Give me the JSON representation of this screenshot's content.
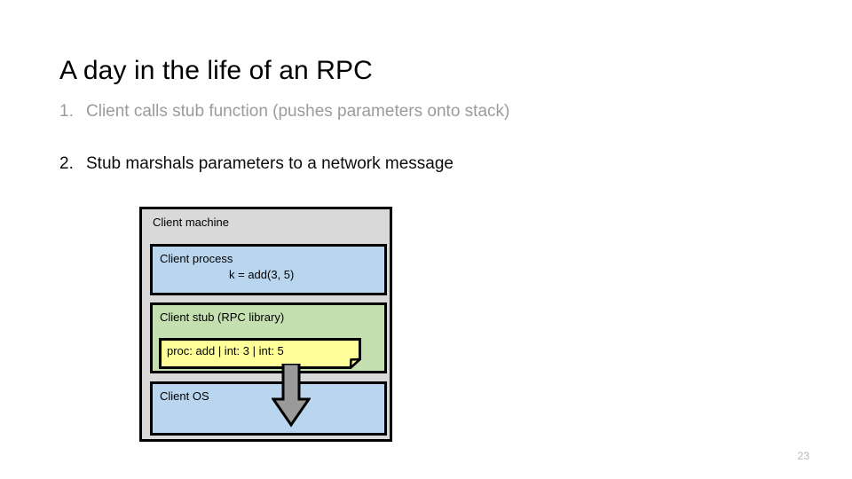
{
  "slide": {
    "title": "A day in the life of an RPC",
    "page_number": "23"
  },
  "steps": [
    {
      "number": "1.",
      "text": "Client calls stub function (pushes parameters onto stack)",
      "state": "dim"
    },
    {
      "number": "2.",
      "text": "Stub marshals parameters to a network message",
      "state": "active"
    }
  ],
  "diagram": {
    "machine_label": "Client machine",
    "process_box": {
      "label": "Client process",
      "call": "k = add(3, 5)"
    },
    "stub_box": {
      "label": "Client stub (RPC library)",
      "message": "proc: add | int: 3 | int: 5"
    },
    "os_box": {
      "label": "Client OS"
    },
    "arrow": {
      "direction": "down"
    }
  },
  "colors": {
    "machine_fill": "#d9d9d9",
    "process_fill": "#bad6ef",
    "stub_fill": "#c4e0b0",
    "os_fill": "#bad6ef",
    "message_fill": "#ffff99",
    "arrow_fill": "#9a9a9a",
    "outline": "#000000",
    "dim_text": "#9b9b9b",
    "page_number_text": "#b7b7b7"
  }
}
